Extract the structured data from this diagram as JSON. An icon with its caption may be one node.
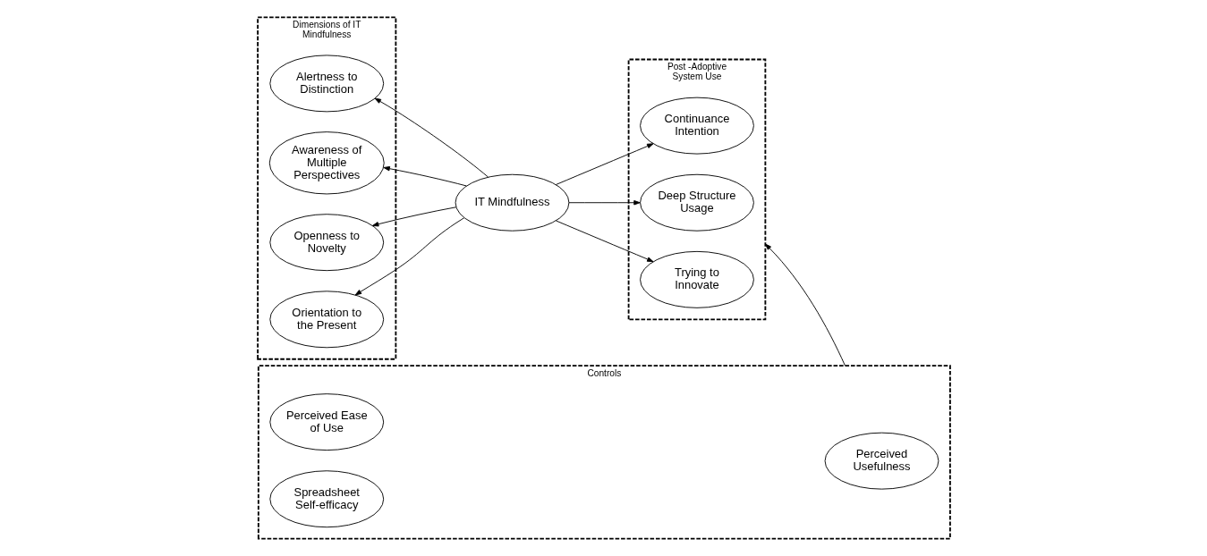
{
  "diagram": {
    "nodes": [
      {
        "text": [
          "Dimensions of IT Mindfulness"
        ]
      },
      {
        "text": [
          "Alertness to Distinction"
        ],
        "in": 0
      },
      {
        "text": [
          "Awareness of Multiple Perspectives"
        ],
        "in": 0
      },
      {
        "text": [
          "Openness to Novelty"
        ],
        "in": 0
      },
      {
        "text": [
          "Orientation to the Present"
        ],
        "in": 0
      },
      {
        "text": [
          "IT Mindfulness"
        ]
      },
      {
        "text": [
          "Post -Adoptive System Use"
        ]
      },
      {
        "text": [
          "Continuance Intention"
        ],
        "in": 6
      },
      {
        "text": [
          "Deep Structure Usage"
        ],
        "in": 6
      },
      {
        "text": [
          "Trying to Innovate"
        ],
        "in": 6
      },
      {
        "text": [
          "Controls"
        ]
      },
      {
        "text": [
          "Perceived Ease of Use"
        ],
        "in": 10
      },
      {
        "text": [
          "Perceived Usefulness"
        ],
        "in": 10
      },
      {
        "text": [
          "Spreadsheet Self-efficacy"
        ],
        "in": 10
      }
    ],
    "edges": [
      {
        "from": 5,
        "to": 1,
        "arrow": "to"
      },
      {
        "from": 5,
        "to": 2,
        "arrow": "to"
      },
      {
        "from": 5,
        "to": 3,
        "arrow": "to"
      },
      {
        "from": 5,
        "to": 4,
        "arrow": "to"
      },
      {
        "from": 5,
        "to": 7,
        "arrow": "to"
      },
      {
        "from": 5,
        "to": 8,
        "arrow": "to"
      },
      {
        "from": 5,
        "to": 9,
        "arrow": "to"
      },
      {
        "from": 10,
        "to": 6,
        "arrow": "to"
      }
    ]
  }
}
